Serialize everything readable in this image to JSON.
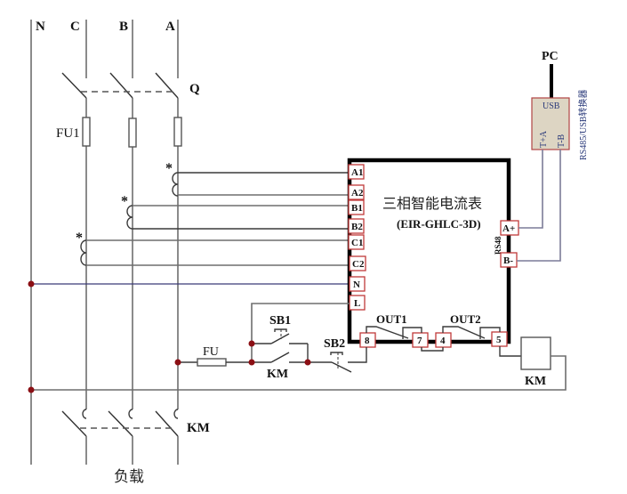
{
  "diagram": {
    "title": "三相智能电流表接线图",
    "lines": {
      "n": "N",
      "c": "C",
      "b": "B",
      "a": "A"
    },
    "breaker_label": "Q",
    "fuse_bank_label": "FU1",
    "ct_polarity_mark": "*",
    "meter": {
      "name": "三相智能电流表",
      "model": "(EIR-GHLC-3D)",
      "left_terminals": [
        "A1",
        "A2",
        "B1",
        "B2",
        "C1",
        "C2",
        "N",
        "L"
      ],
      "right_terminals": [
        "A+",
        "B-"
      ],
      "rs485_label": "RS48",
      "bottom_terminals": [
        "8",
        "7",
        "4",
        "5"
      ],
      "outputs": [
        "OUT1",
        "OUT2"
      ]
    },
    "converter": {
      "pc_label": "PC",
      "usb_label": "USB",
      "pin_a": "T+A",
      "pin_b": "T-B",
      "side_label": "RS485/USB转换器"
    },
    "control": {
      "fuse_label": "FU",
      "sb1_label": "SB1",
      "sb2_label": "SB2",
      "km_hold_label": "KM",
      "km_coil_label": "KM"
    },
    "contactor_label": "KM",
    "load_label": "负载",
    "colors": {
      "junction": "#8b0f14",
      "terminal_border": "#c03a3a",
      "converter_fill": "#ddd5c3",
      "converter_text": "#2a3a7a",
      "meter_border": "#000000"
    }
  }
}
